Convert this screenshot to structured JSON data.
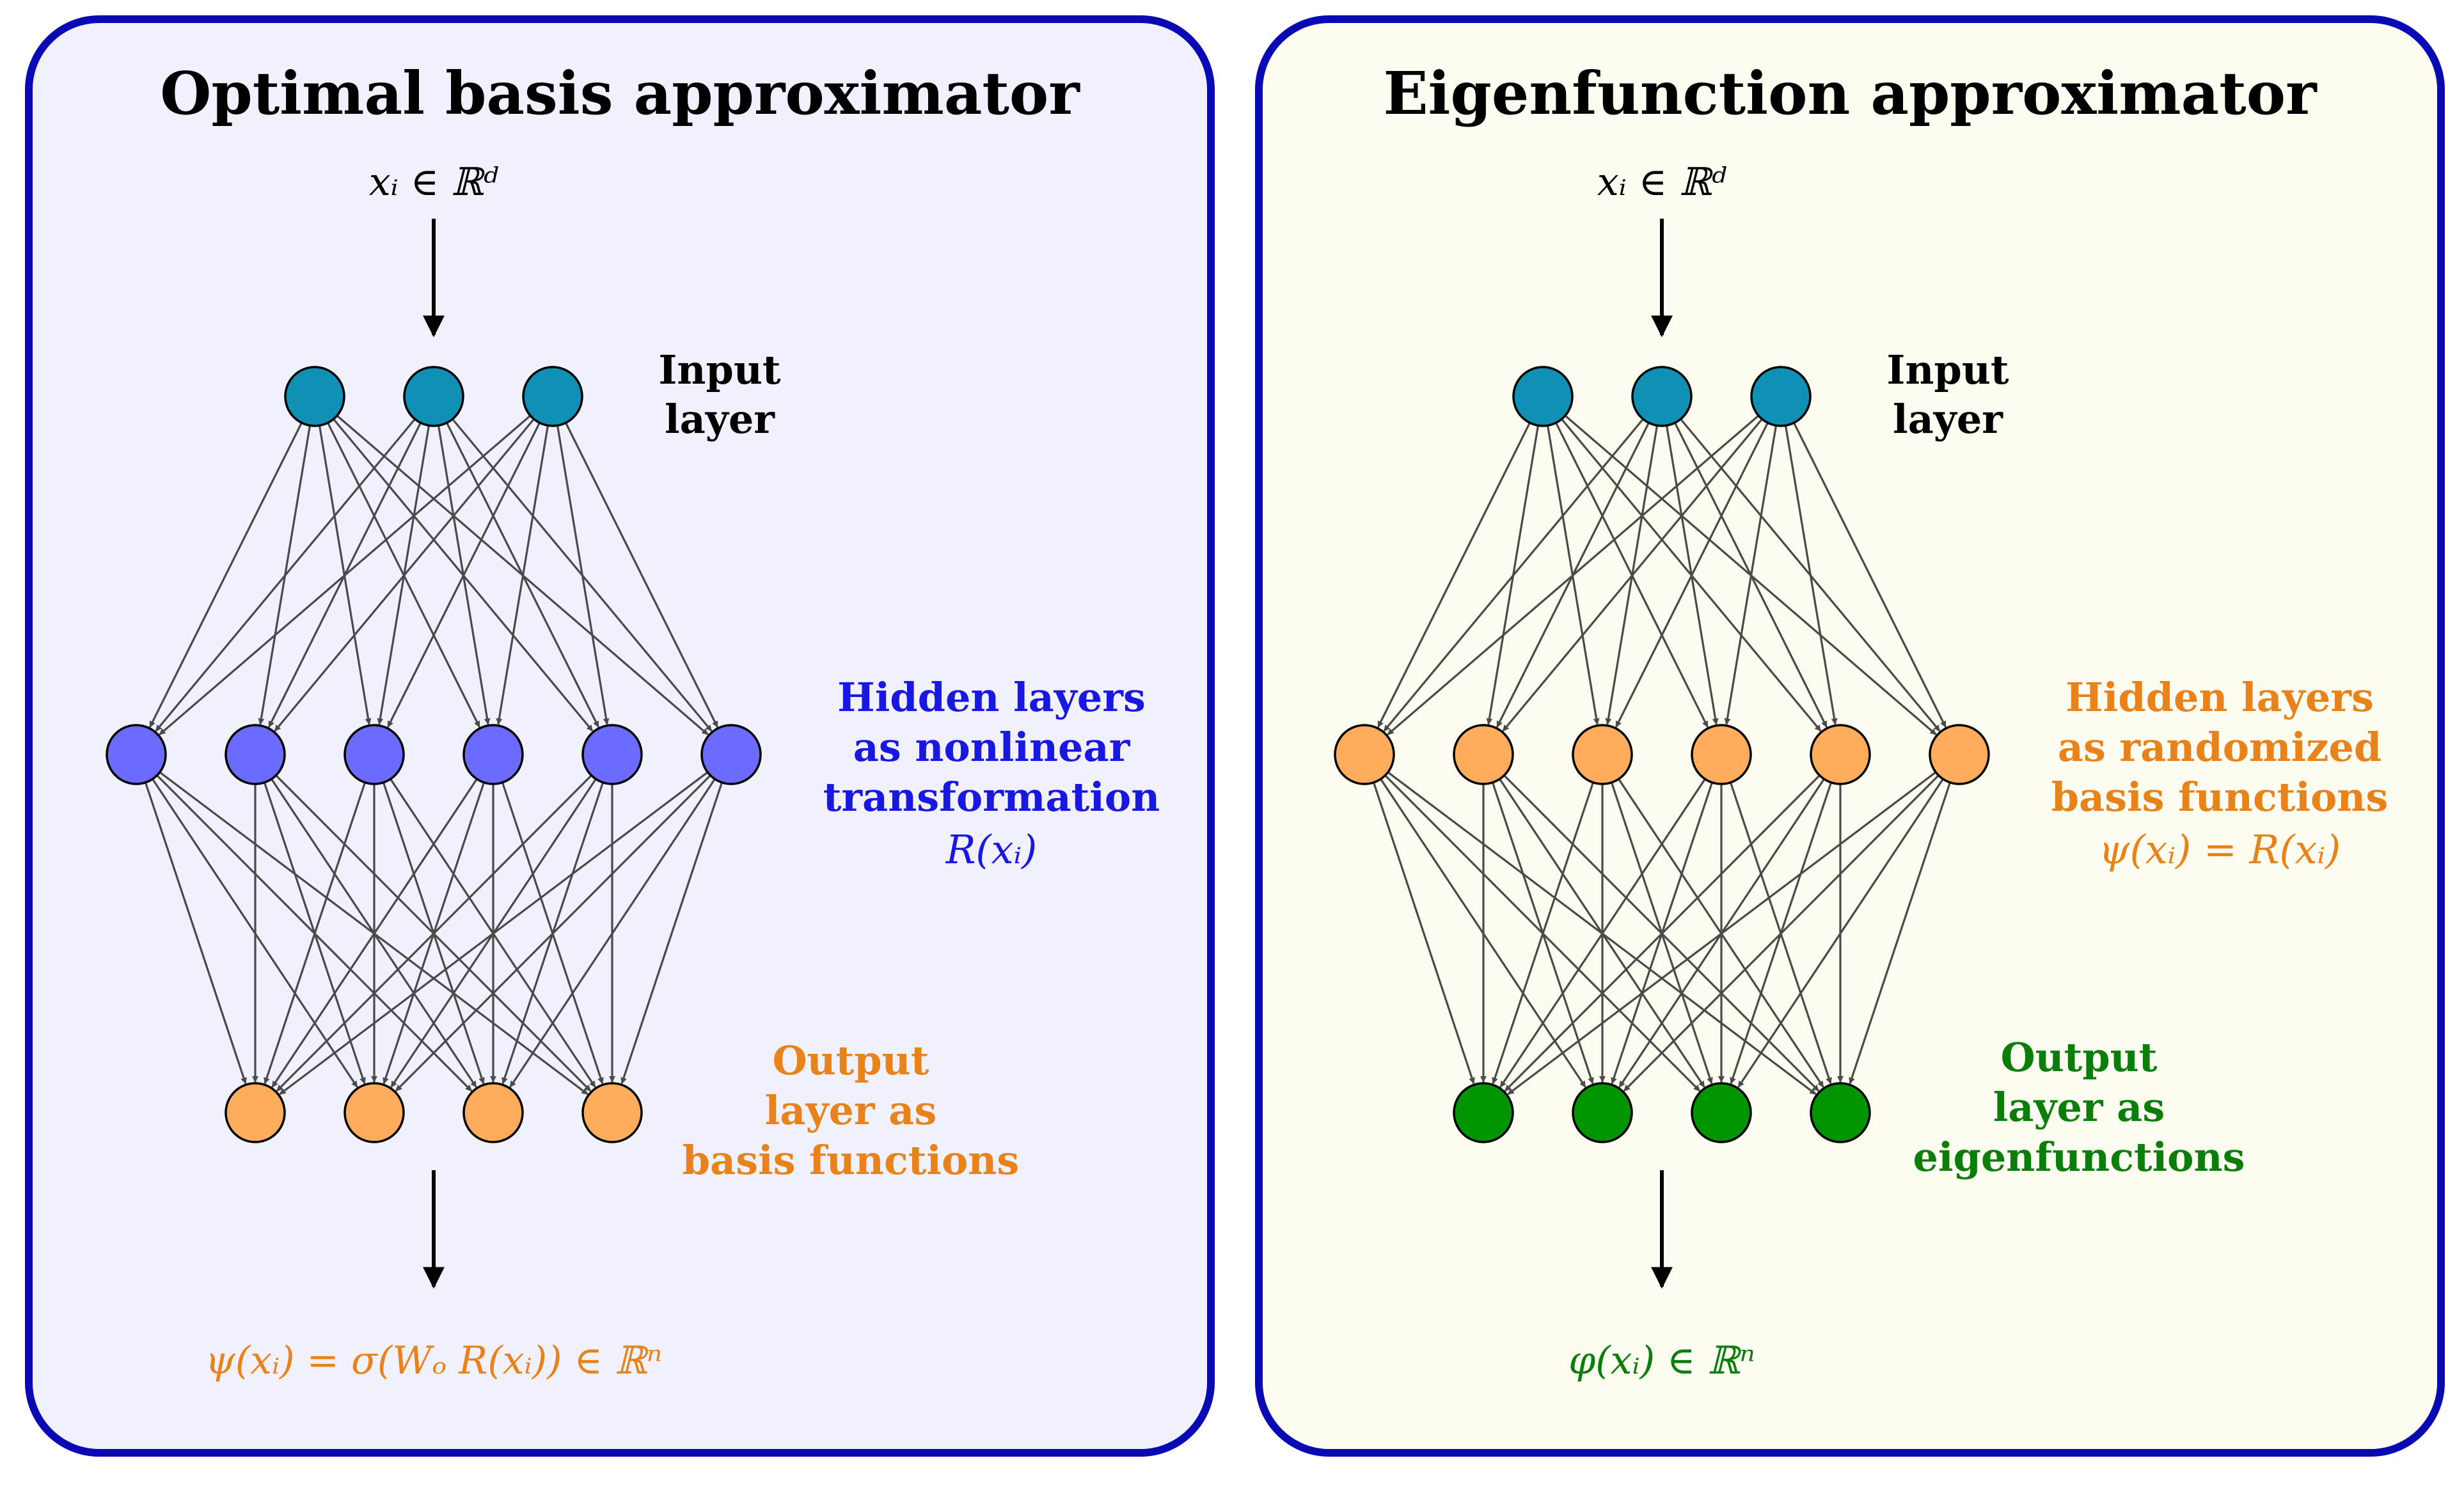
{
  "colors": {
    "frame": "#0a0ab4",
    "left_bg": "#f0f1fc",
    "right_bg": "#fcfcf0",
    "input_node": "#1190b6",
    "blue_hidden_node": "#6b6bff",
    "orange_node": "#ffad5c",
    "green_node": "#009400",
    "blue_text": "#1818e0",
    "orange_text": "#e8821a",
    "green_text": "#0a7d0a",
    "edge": "#4a4a4a"
  },
  "panels": [
    {
      "id": "left",
      "title": "Optimal basis approximator",
      "input_math": "xᵢ ∈ ℝᵈ",
      "input_label": [
        "Input",
        "layer"
      ],
      "hidden_label": [
        "Hidden layers",
        "as nonlinear",
        "transformation"
      ],
      "hidden_math": "R(xᵢ)",
      "output_label": [
        "Output",
        "layer as",
        "basis functions"
      ],
      "output_math": "ψ(xᵢ) = σ(Wₒ R(xᵢ)) ∈ ℝⁿ",
      "layers": {
        "input": 3,
        "hidden": 6,
        "output": 4
      },
      "node_colors": {
        "input": "#1190b6",
        "hidden": "#6b6bff",
        "output": "#ffad5c"
      },
      "text_colors": {
        "input": "#000000",
        "hidden": "#1818e0",
        "output": "#e8821a"
      }
    },
    {
      "id": "right",
      "title": "Eigenfunction approximator",
      "input_math": "xᵢ ∈ ℝᵈ",
      "input_label": [
        "Input",
        "layer"
      ],
      "hidden_label": [
        "Hidden layers",
        "as randomized",
        "basis functions"
      ],
      "hidden_math": "ψ(xᵢ) = R(xᵢ)",
      "output_label": [
        "Output",
        "layer as",
        "eigenfunctions"
      ],
      "output_math": "φ(xᵢ) ∈ ℝⁿ",
      "layers": {
        "input": 3,
        "hidden": 6,
        "output": 4
      },
      "node_colors": {
        "input": "#1190b6",
        "hidden": "#ffad5c",
        "output": "#009400"
      },
      "text_colors": {
        "input": "#000000",
        "hidden": "#e8821a",
        "output": "#0a7d0a"
      }
    }
  ]
}
